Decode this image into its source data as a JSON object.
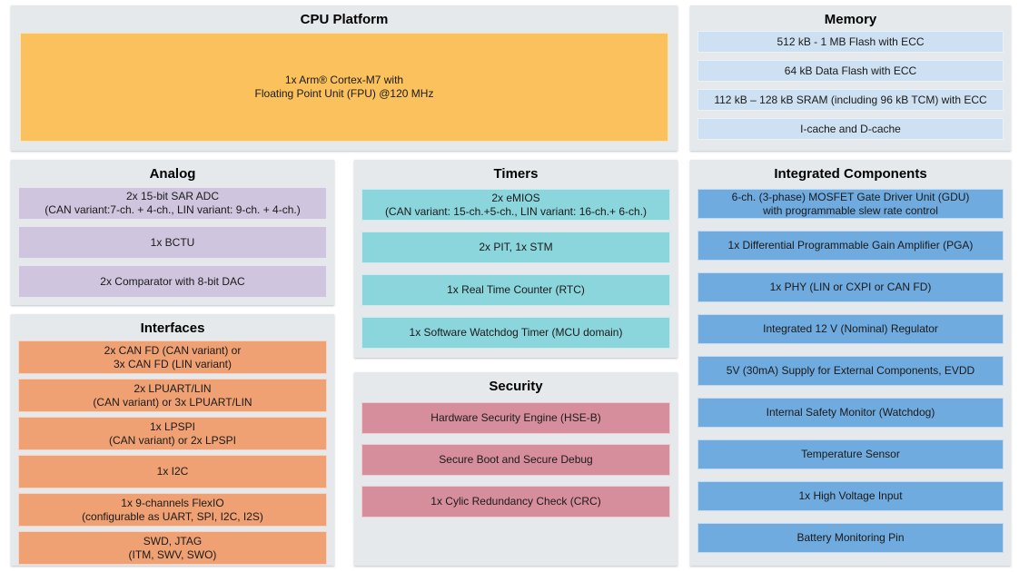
{
  "diagram": {
    "kind": "mcu-feature-block-diagram",
    "colors": {
      "background": "#ffffff",
      "panel_background": "#e5e9ec",
      "cpu_block": "#fac15c",
      "memory_block": "#cde1f2",
      "analog_block": "#cfc5de",
      "interfaces_block": "#f0a173",
      "timers_block": "#8bd5dc",
      "security_block": "#d78e9c",
      "integrated_block": "#6fabdf",
      "text": "#1a1a1a"
    },
    "sections": {
      "cpu_platform": {
        "title": "CPU Platform",
        "blocks": [
          {
            "lines": [
              "1x Arm® Cortex-M7 with",
              "Floating Point Unit (FPU) @120 MHz"
            ]
          }
        ]
      },
      "memory": {
        "title": "Memory",
        "blocks": [
          {
            "lines": [
              "512 kB - 1 MB Flash with ECC"
            ]
          },
          {
            "lines": [
              "64 kB Data Flash with ECC"
            ]
          },
          {
            "lines": [
              "112 kB – 128 kB SRAM (including 96 kB TCM) with ECC"
            ]
          },
          {
            "lines": [
              "I-cache and D-cache"
            ]
          }
        ]
      },
      "analog": {
        "title": "Analog",
        "blocks": [
          {
            "lines": [
              "2x 15-bit SAR ADC",
              "(CAN variant:7-ch. + 4-ch., LIN variant: 9-ch. + 4-ch.)"
            ]
          },
          {
            "lines": [
              "1x BCTU"
            ]
          },
          {
            "lines": [
              "2x Comparator with 8-bit DAC"
            ]
          }
        ]
      },
      "interfaces": {
        "title": "Interfaces",
        "blocks": [
          {
            "lines": [
              "2x CAN FD (CAN variant) or",
              "3x CAN FD (LIN variant)"
            ]
          },
          {
            "lines": [
              "2x LPUART/LIN",
              "(CAN variant) or 3x LPUART/LIN"
            ]
          },
          {
            "lines": [
              "1x LPSPI",
              "(CAN variant) or 2x LPSPI"
            ]
          },
          {
            "lines": [
              "1x I2C"
            ]
          },
          {
            "lines": [
              "1x 9-channels FlexIO",
              "(configurable as UART, SPI, I2C, I2S)"
            ]
          },
          {
            "lines": [
              "SWD, JTAG",
              "(ITM, SWV, SWO)"
            ]
          }
        ]
      },
      "timers": {
        "title": "Timers",
        "blocks": [
          {
            "lines": [
              "2x eMIOS",
              "(CAN variant: 15-ch.+5-ch., LIN variant: 16-ch.+ 6-ch.)"
            ]
          },
          {
            "lines": [
              "2x PIT, 1x STM"
            ]
          },
          {
            "lines": [
              "1x Real Time Counter (RTC)"
            ]
          },
          {
            "lines": [
              "1x Software Watchdog Timer (MCU domain)"
            ]
          }
        ]
      },
      "security": {
        "title": "Security",
        "blocks": [
          {
            "lines": [
              "Hardware Security Engine (HSE-B)"
            ]
          },
          {
            "lines": [
              "Secure Boot and Secure Debug"
            ]
          },
          {
            "lines": [
              "1x Cylic Redundancy Check (CRC)"
            ]
          }
        ]
      },
      "integrated_components": {
        "title": "Integrated Components",
        "blocks": [
          {
            "lines": [
              "6-ch. (3-phase) MOSFET Gate Driver Unit (GDU)",
              "with programmable slew rate control"
            ]
          },
          {
            "lines": [
              "1x Differential Programmable Gain Amplifier (PGA)"
            ]
          },
          {
            "lines": [
              "1x PHY (LIN or CXPI or CAN FD)"
            ]
          },
          {
            "lines": [
              "Integrated 12 V (Nominal) Regulator"
            ]
          },
          {
            "lines": [
              "5V (30mA) Supply for External Components, EVDD"
            ]
          },
          {
            "lines": [
              "Internal Safety Monitor (Watchdog)"
            ]
          },
          {
            "lines": [
              "Temperature Sensor"
            ]
          },
          {
            "lines": [
              "1x High Voltage Input"
            ]
          },
          {
            "lines": [
              "Battery Monitoring Pin"
            ]
          }
        ]
      }
    }
  }
}
